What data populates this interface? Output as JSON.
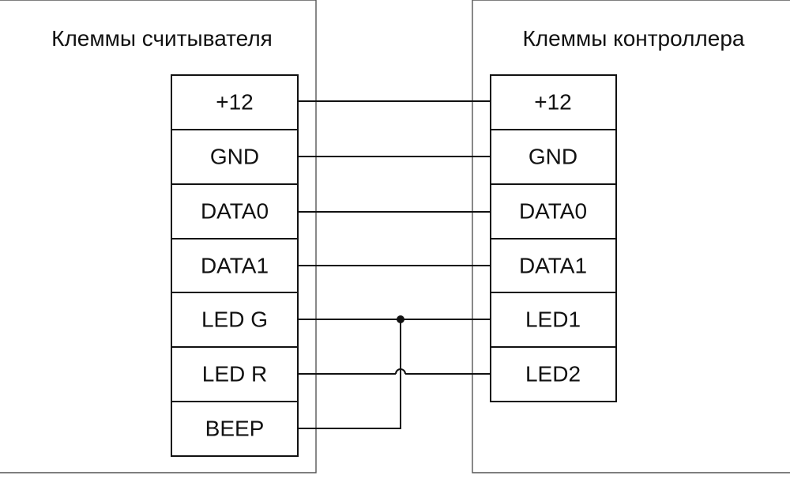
{
  "reader": {
    "title": "Клеммы считывателя",
    "terminals": [
      "+12",
      "GND",
      "DATA0",
      "DATA1",
      "LED G",
      "LED R",
      "BEEP"
    ]
  },
  "controller": {
    "title": "Клеммы контроллера",
    "terminals": [
      "+12",
      "GND",
      "DATA0",
      "DATA1",
      "LED1",
      "LED2"
    ]
  }
}
